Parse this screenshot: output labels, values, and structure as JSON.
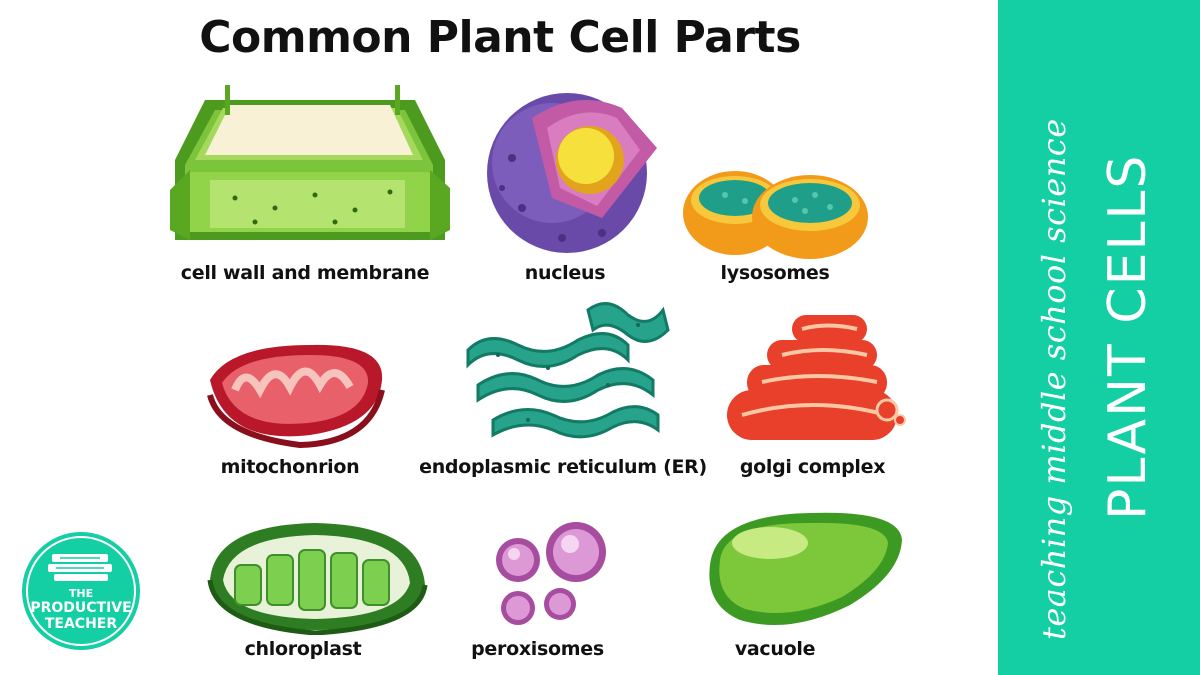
{
  "title": "Common Plant Cell Parts",
  "parts": [
    {
      "id": "cell-wall",
      "label": "cell wall and membrane"
    },
    {
      "id": "nucleus",
      "label": "nucleus"
    },
    {
      "id": "lysosomes",
      "label": "lysosomes"
    },
    {
      "id": "mitochondrion",
      "label": "mitochonrion"
    },
    {
      "id": "er",
      "label": "endoplasmic reticulum (ER)"
    },
    {
      "id": "golgi",
      "label": "golgi complex"
    },
    {
      "id": "chloroplast",
      "label": "chloroplast"
    },
    {
      "id": "peroxisomes",
      "label": "peroxisomes"
    },
    {
      "id": "vacuole",
      "label": "vacuole"
    }
  ],
  "sidebar": {
    "tagline": "teaching middle school science",
    "heading": "PLANT CELLS",
    "bg_color": "#14cfa3"
  },
  "logo": {
    "line1": "THE",
    "line2": "PRODUCTIVE",
    "line3": "TEACHER"
  }
}
